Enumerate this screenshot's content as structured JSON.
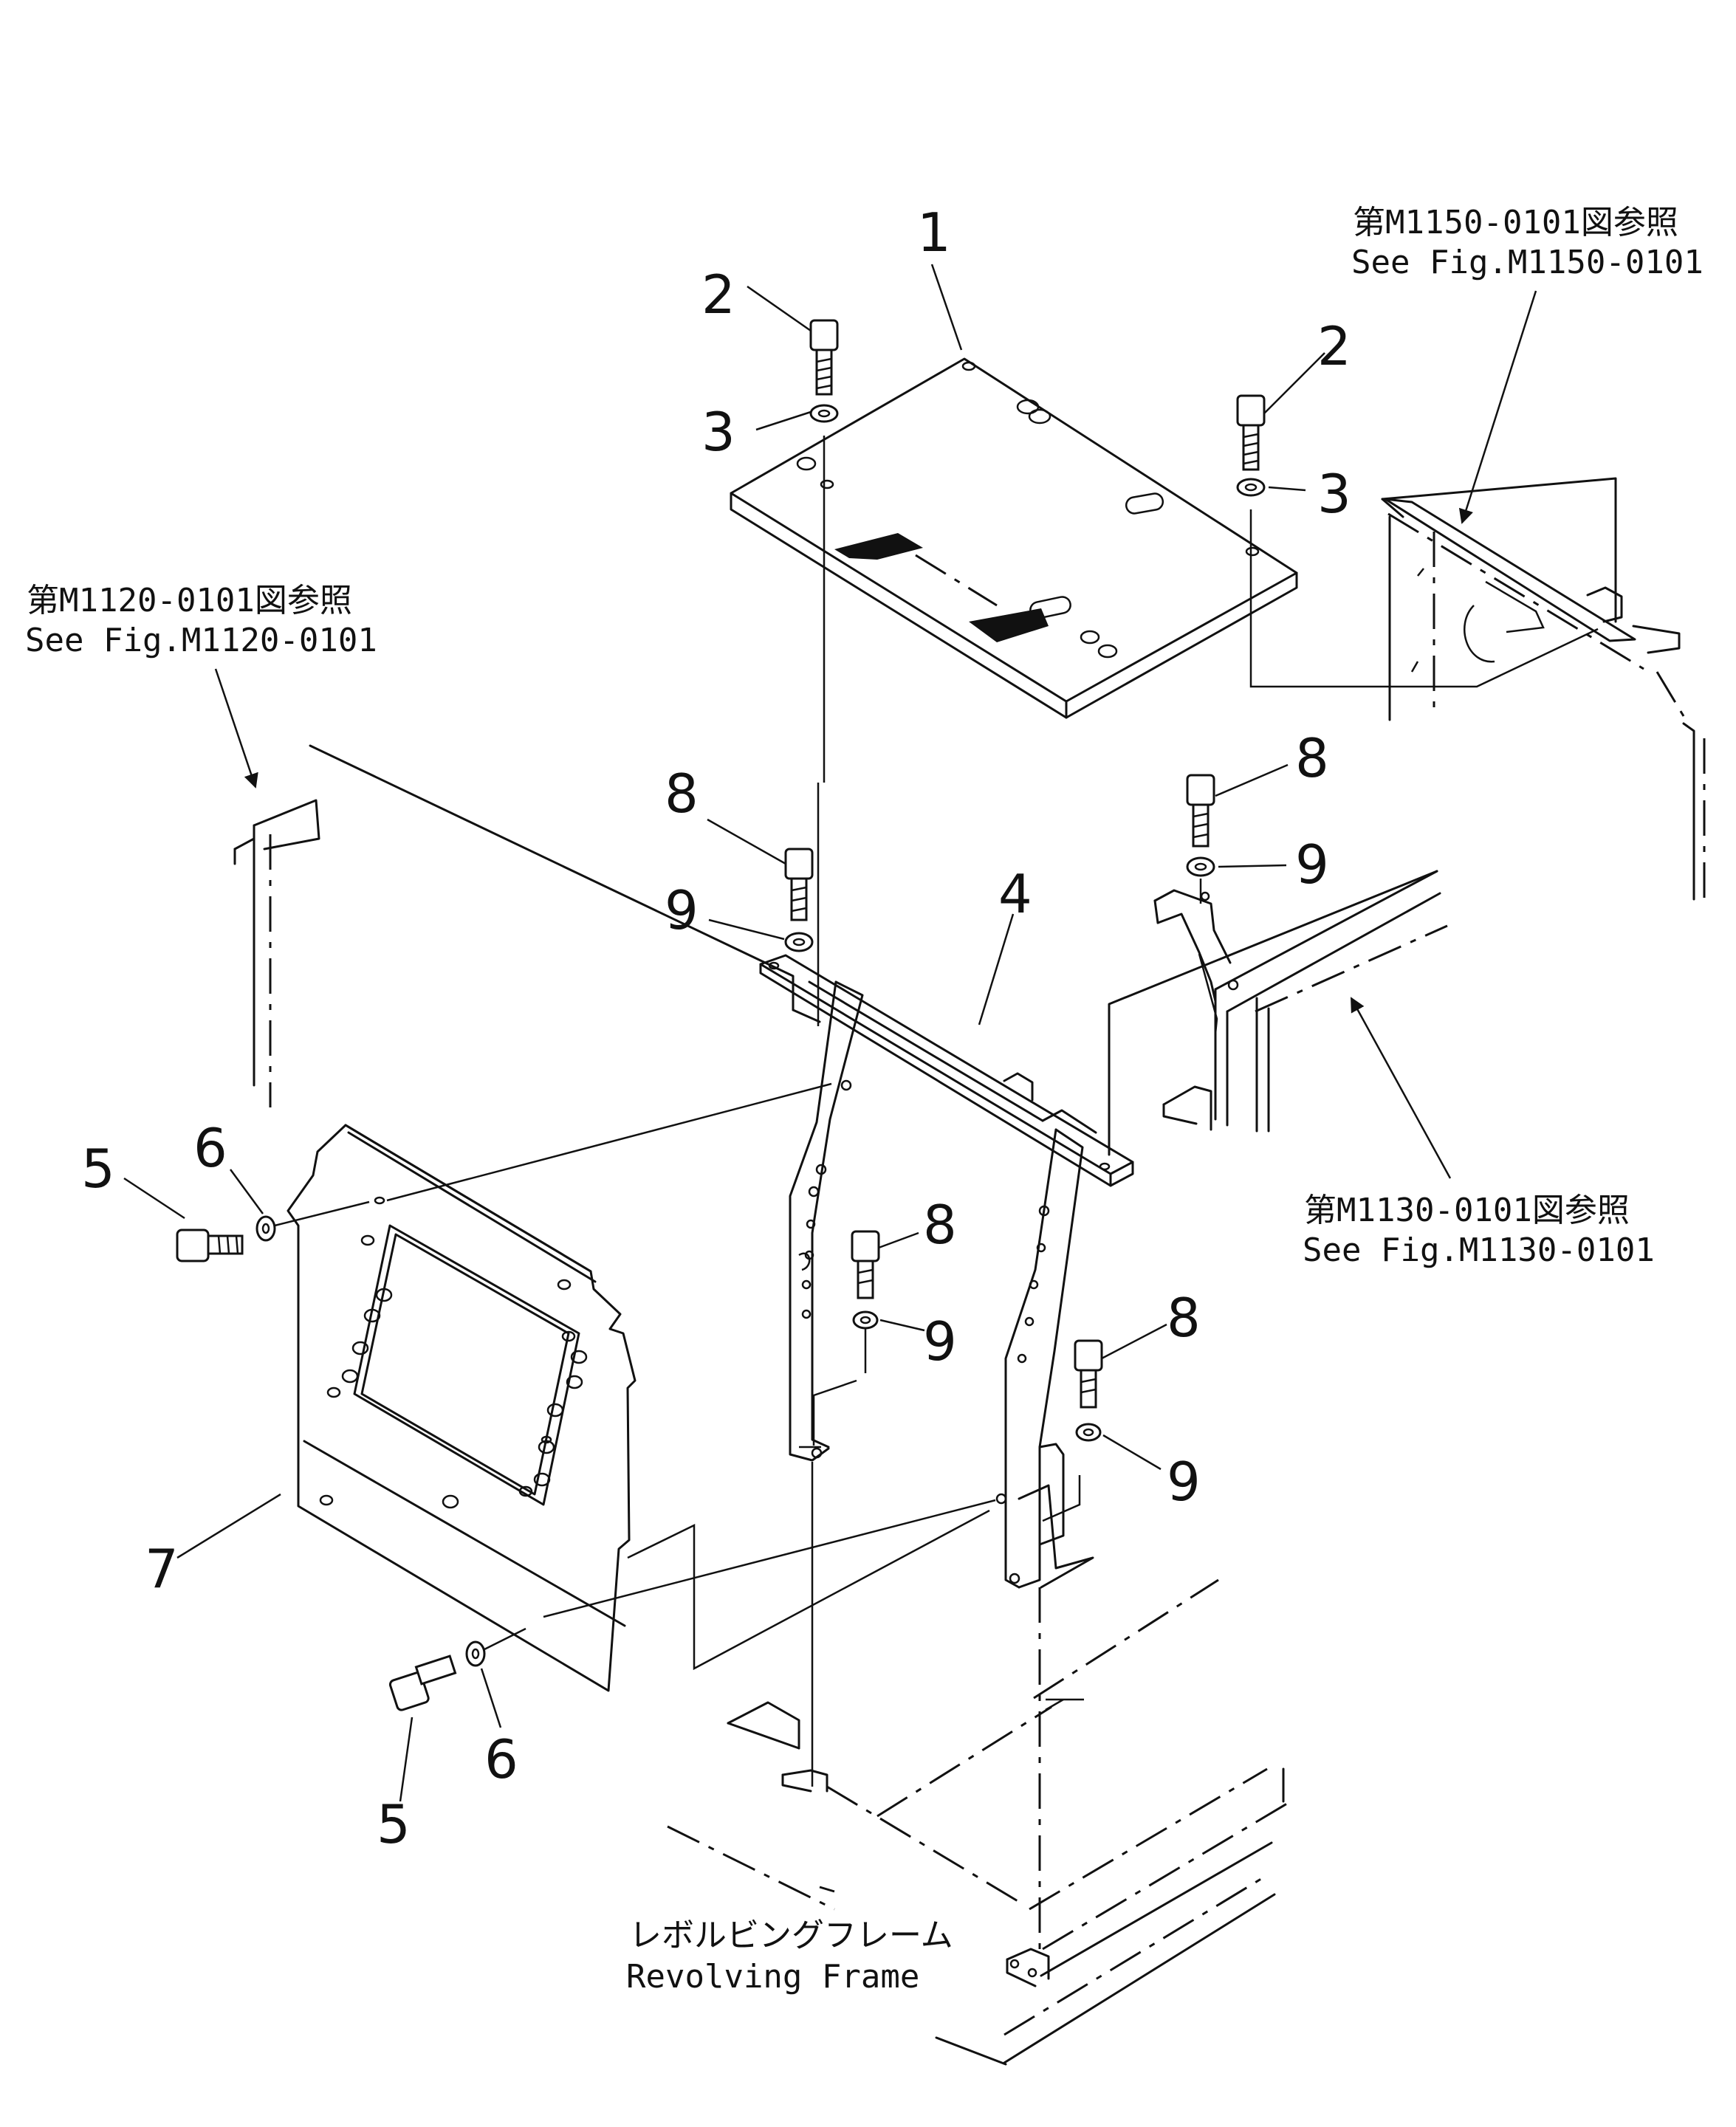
{
  "callouts": {
    "c1": "1",
    "c2a": "2",
    "c2b": "2",
    "c3a": "3",
    "c3b": "3",
    "c4": "4",
    "c5a": "5",
    "c5b": "5",
    "c6a": "6",
    "c6b": "6",
    "c7": "7",
    "c8a": "8",
    "c8b": "8",
    "c8c": "8",
    "c8d": "8",
    "c9a": "9",
    "c9b": "9",
    "c9c": "9",
    "c9d": "9"
  },
  "references": {
    "m1150": {
      "jp": "第M1150-0101図参照",
      "en": "See Fig.M1150-0101"
    },
    "m1120": {
      "jp": "第M1120-0101図参照",
      "en": "See Fig.M1120-0101"
    },
    "m1130": {
      "jp": "第M1130-0101図参照",
      "en": "See Fig.M1130-0101"
    },
    "frame": {
      "jp": "レボルビングフレーム",
      "en": "Revolving Frame"
    }
  }
}
